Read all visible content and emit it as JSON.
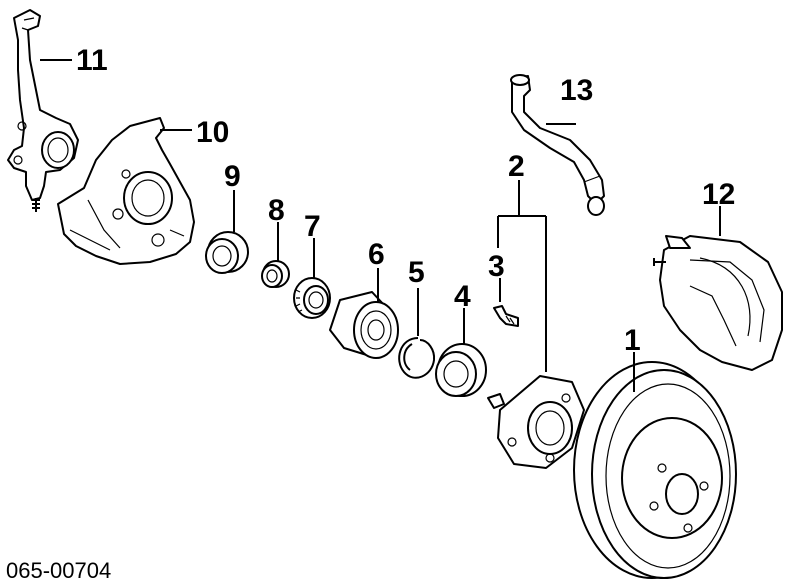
{
  "diagram": {
    "type": "exploded-parts-diagram",
    "callouts": [
      {
        "id": "1",
        "label": "1"
      },
      {
        "id": "2",
        "label": "2"
      },
      {
        "id": "3",
        "label": "3"
      },
      {
        "id": "4",
        "label": "4"
      },
      {
        "id": "5",
        "label": "5"
      },
      {
        "id": "6",
        "label": "6"
      },
      {
        "id": "7",
        "label": "7"
      },
      {
        "id": "8",
        "label": "8"
      },
      {
        "id": "9",
        "label": "9"
      },
      {
        "id": "10",
        "label": "10"
      },
      {
        "id": "11",
        "label": "11"
      },
      {
        "id": "12",
        "label": "12"
      },
      {
        "id": "13",
        "label": "13"
      }
    ],
    "diagram_code": "065-00704"
  }
}
